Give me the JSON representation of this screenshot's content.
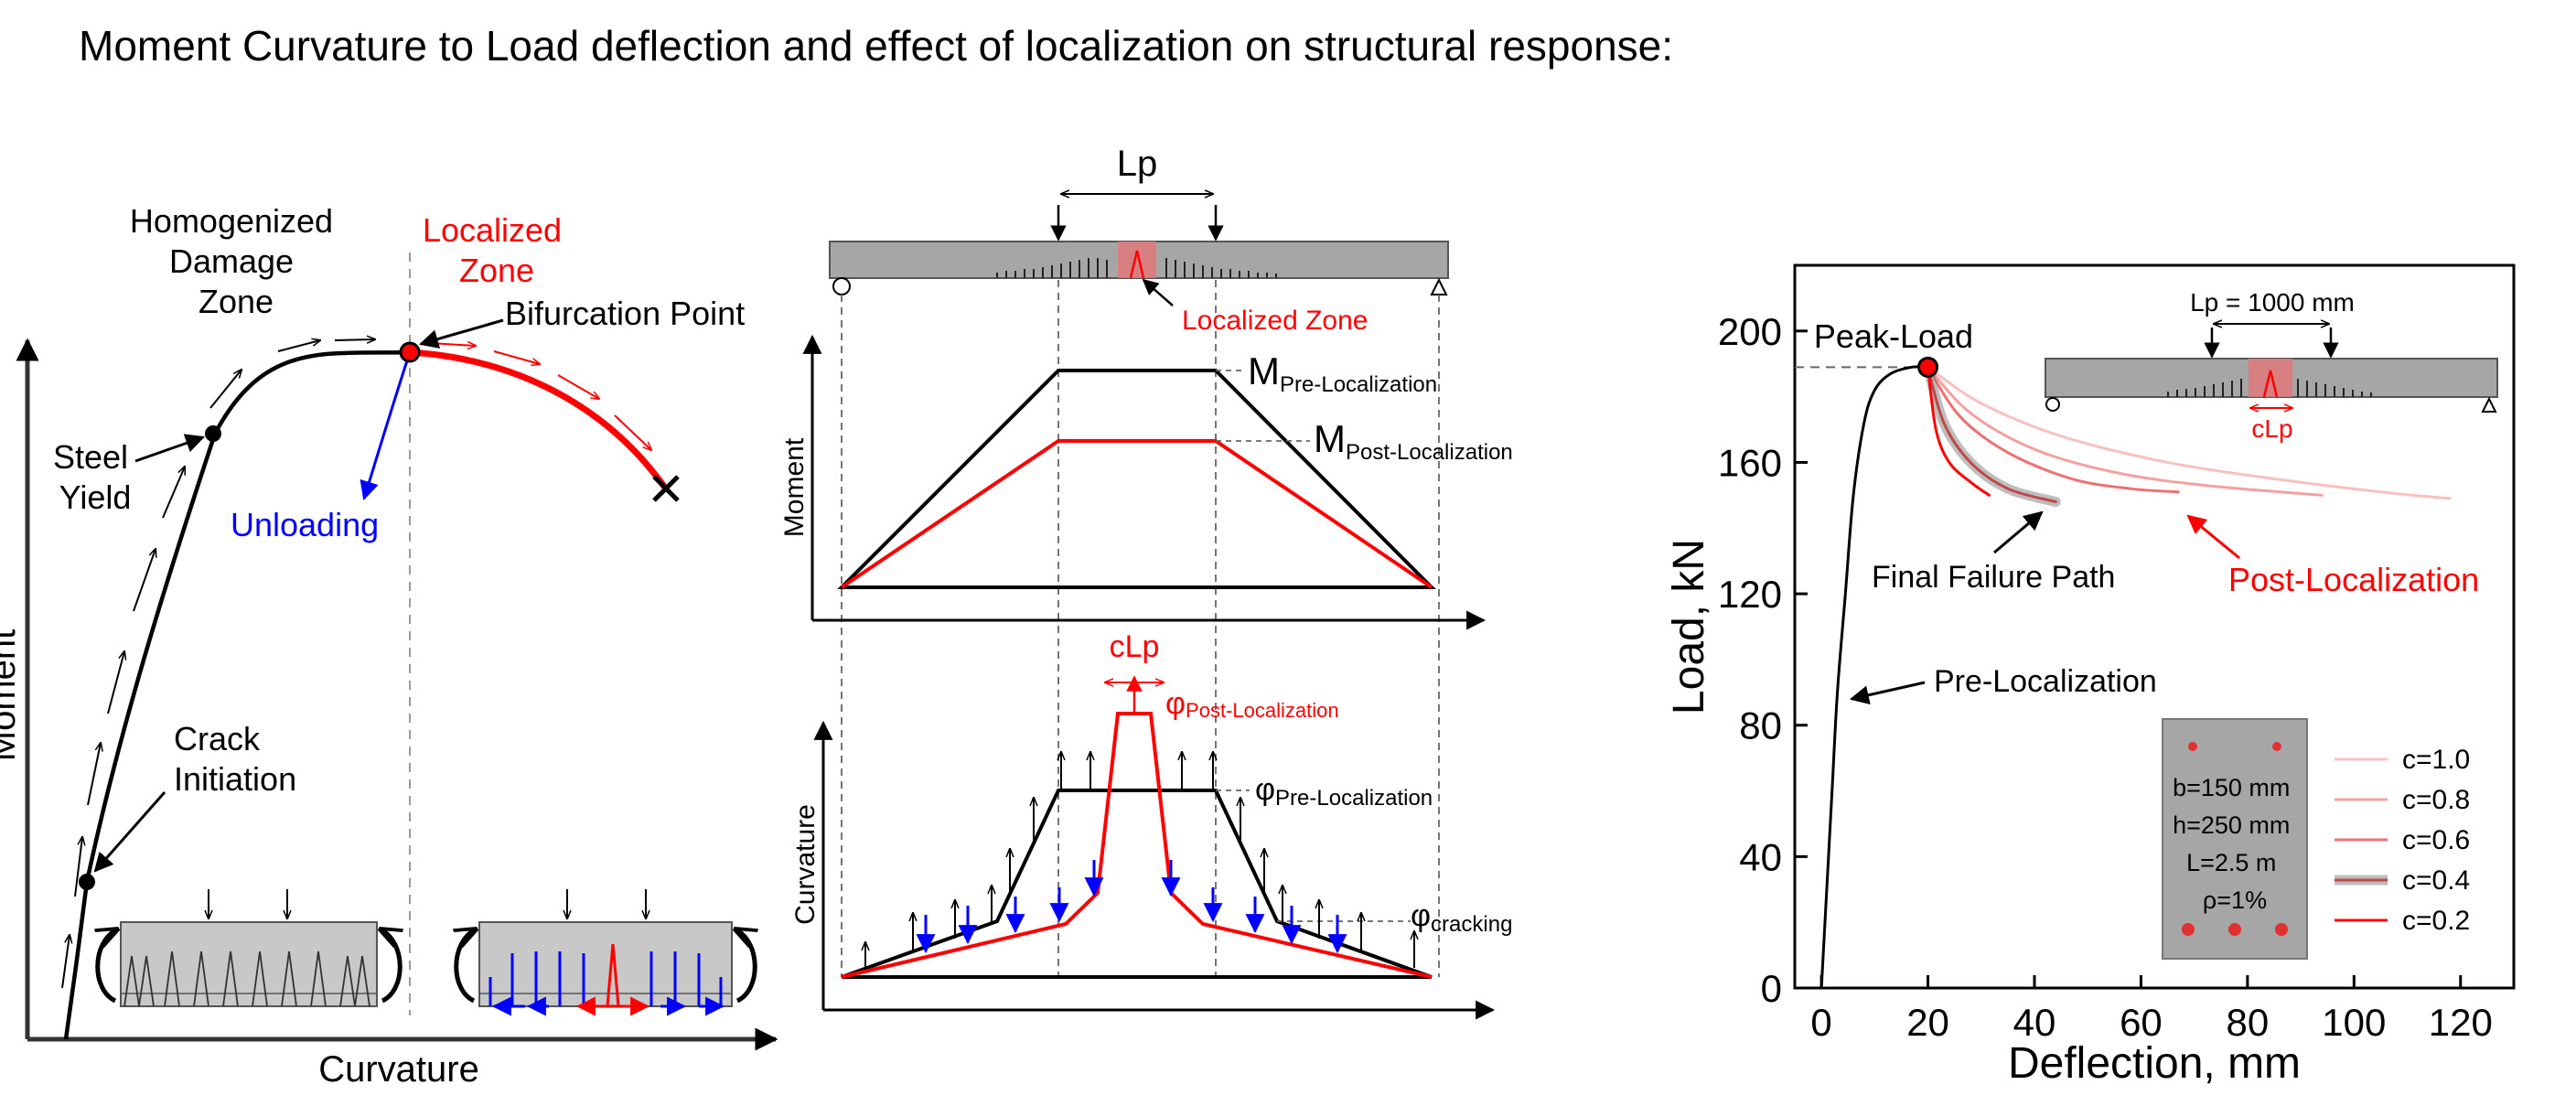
{
  "title": "Moment Curvature to Load deflection and effect of localization on structural response:",
  "colors": {
    "black": "#000000",
    "red": "#ff0000",
    "blue": "#0000ff",
    "gray_fill": "#a6a6a6",
    "light_gray_fill": "#c8c8c8",
    "localized_shading": "#e0787a",
    "dashed_gray": "#9a9a9a"
  },
  "panel_left": {
    "xlabel": "Curvature",
    "ylabel": "Moment",
    "label_homogenized": [
      "Homogenized",
      "Damage",
      "Zone"
    ],
    "label_localized": [
      "Localized",
      "Zone"
    ],
    "label_bifurcation": "Bifurcation Point",
    "label_steel_yield": [
      "Steel",
      "Yield"
    ],
    "label_unloading": "Unloading",
    "label_crack": [
      "Crack",
      "Initiation"
    ]
  },
  "panel_middle": {
    "label_lp": "Lp",
    "label_localized_zone": "Localized Zone",
    "moment_ylabel": "Moment",
    "label_m": "M",
    "label_m_pre_sub": "Pre-Localization",
    "label_m_post_sub": "Post-Localization",
    "curvature_ylabel": "Curvature",
    "label_clp": "cLp",
    "label_phi": "φ",
    "label_phi_post_sub": "Post-Localization",
    "label_phi_pre_sub": "Pre-Localization",
    "label_phi_crack_sub": "cracking"
  },
  "panel_right": {
    "xlabel": "Deflection, mm",
    "ylabel": "Load, kN",
    "label_peak": "Peak-Load",
    "label_lp": "Lp = 1000 mm",
    "label_clp": "cLp",
    "label_final_failure": "Final Failure Path",
    "label_post_localization": "Post-Localization",
    "label_pre_localization": "Pre-Localization",
    "section_props": [
      "b=150 mm",
      "h=250 mm",
      "L=2.5 m",
      "ρ=1%"
    ]
  },
  "chart_data": {
    "type": "line",
    "xlabel": "Deflection, mm",
    "ylabel": "Load, kN",
    "xlim": [
      -5,
      130
    ],
    "ylim": [
      0,
      220
    ],
    "xticks": [
      0,
      20,
      40,
      60,
      80,
      100,
      120
    ],
    "yticks": [
      0,
      40,
      80,
      120,
      160,
      200
    ],
    "peak_point": {
      "x": 20,
      "y": 189
    },
    "series": [
      {
        "name": "Pre-Localization",
        "color": "#000000",
        "width": 3,
        "points": [
          [
            0,
            0
          ],
          [
            1,
            30
          ],
          [
            2,
            60
          ],
          [
            3,
            90
          ],
          [
            4.5,
            120
          ],
          [
            6,
            150
          ],
          [
            8,
            172
          ],
          [
            10,
            182
          ],
          [
            13,
            187
          ],
          [
            17,
            189
          ],
          [
            20,
            189
          ]
        ]
      },
      {
        "name": "c=1.0",
        "color": "#f8c0c0",
        "width": 3,
        "points": [
          [
            20,
            189
          ],
          [
            30,
            178
          ],
          [
            45,
            168
          ],
          [
            65,
            160
          ],
          [
            85,
            155
          ],
          [
            105,
            151
          ],
          [
            118,
            149
          ]
        ]
      },
      {
        "name": "c=0.8",
        "color": "#f4a0a0",
        "width": 3,
        "points": [
          [
            20,
            189
          ],
          [
            28,
            175
          ],
          [
            40,
            164
          ],
          [
            55,
            157
          ],
          [
            72,
            153
          ],
          [
            94,
            150
          ]
        ]
      },
      {
        "name": "c=0.6",
        "color": "#ee7070",
        "width": 3,
        "points": [
          [
            20,
            189
          ],
          [
            26,
            174
          ],
          [
            35,
            163
          ],
          [
            47,
            155
          ],
          [
            58,
            152
          ],
          [
            67,
            151
          ]
        ]
      },
      {
        "name": "c=0.4",
        "color": "#c04848",
        "width": 3,
        "halo": true,
        "points": [
          [
            20,
            189
          ],
          [
            23,
            172
          ],
          [
            28,
            160
          ],
          [
            35,
            152
          ],
          [
            44,
            148
          ]
        ]
      },
      {
        "name": "c=0.2",
        "color": "#ff0000",
        "width": 3,
        "points": [
          [
            20,
            189
          ],
          [
            21.5,
            170
          ],
          [
            24,
            160
          ],
          [
            28,
            154
          ],
          [
            31.5,
            150
          ]
        ]
      }
    ]
  }
}
